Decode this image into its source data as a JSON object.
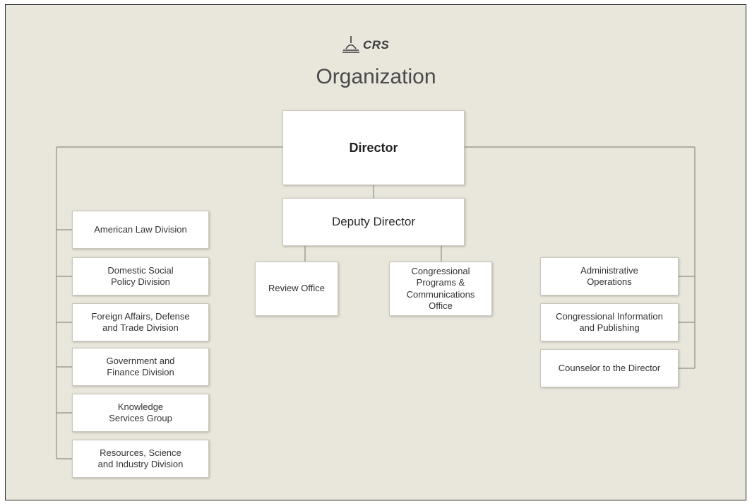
{
  "header": {
    "logo_text": "CRS",
    "title": "Organization"
  },
  "chart": {
    "director": "Director",
    "deputy_director": "Deputy Director",
    "offices": [
      "Review Office",
      "Congressional\nPrograms &\nCommunications\nOffice"
    ],
    "divisions": [
      "American Law Division",
      "Domestic Social\nPolicy Division",
      "Foreign Affairs, Defense\nand Trade Division",
      "Government and\nFinance Division",
      "Knowledge\nServices Group",
      "Resources, Science\nand Industry Division"
    ],
    "operations": [
      "Administrative\nOperations",
      "Congressional Information\nand Publishing",
      "Counselor to the Director"
    ]
  }
}
